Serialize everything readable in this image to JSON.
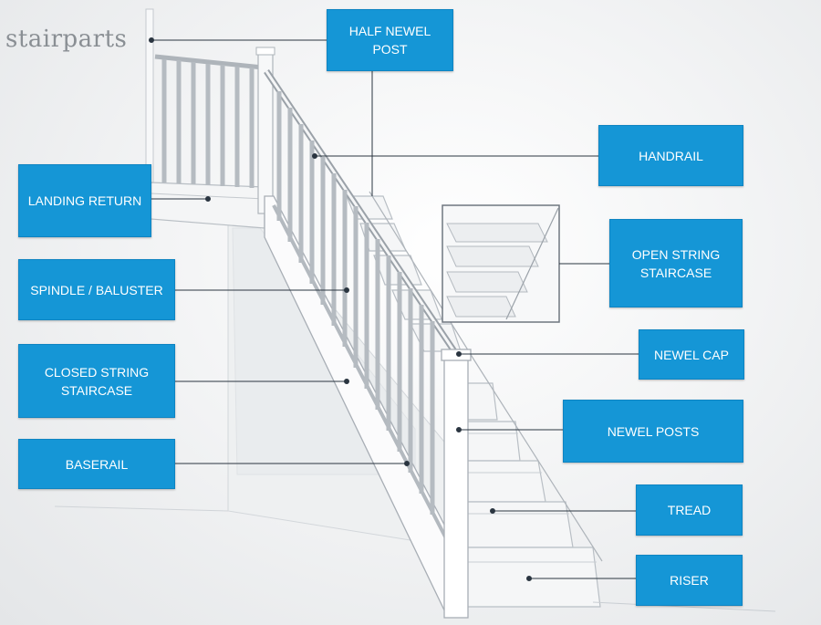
{
  "brand": {
    "logo_text": "stairparts"
  },
  "labels": {
    "half_newel_post": "HALF NEWEL\nPOST",
    "handrail": "HANDRAIL",
    "landing_return": "LANDING RETURN",
    "open_string_staircase": "OPEN STRING\nSTAIRCASE",
    "spindle_baluster": "SPINDLE / BALUSTER",
    "newel_cap": "NEWEL CAP",
    "closed_string_staircase": "CLOSED STRING\nSTAIRCASE",
    "newel_posts": "NEWEL POSTS",
    "baserail": "BASERAIL",
    "tread": "TREAD",
    "riser": "RISER"
  },
  "colors": {
    "label_bg": "#1596d6",
    "label_text": "#ffffff",
    "leader": "#2a3540",
    "outline": "#aeb4ba"
  }
}
